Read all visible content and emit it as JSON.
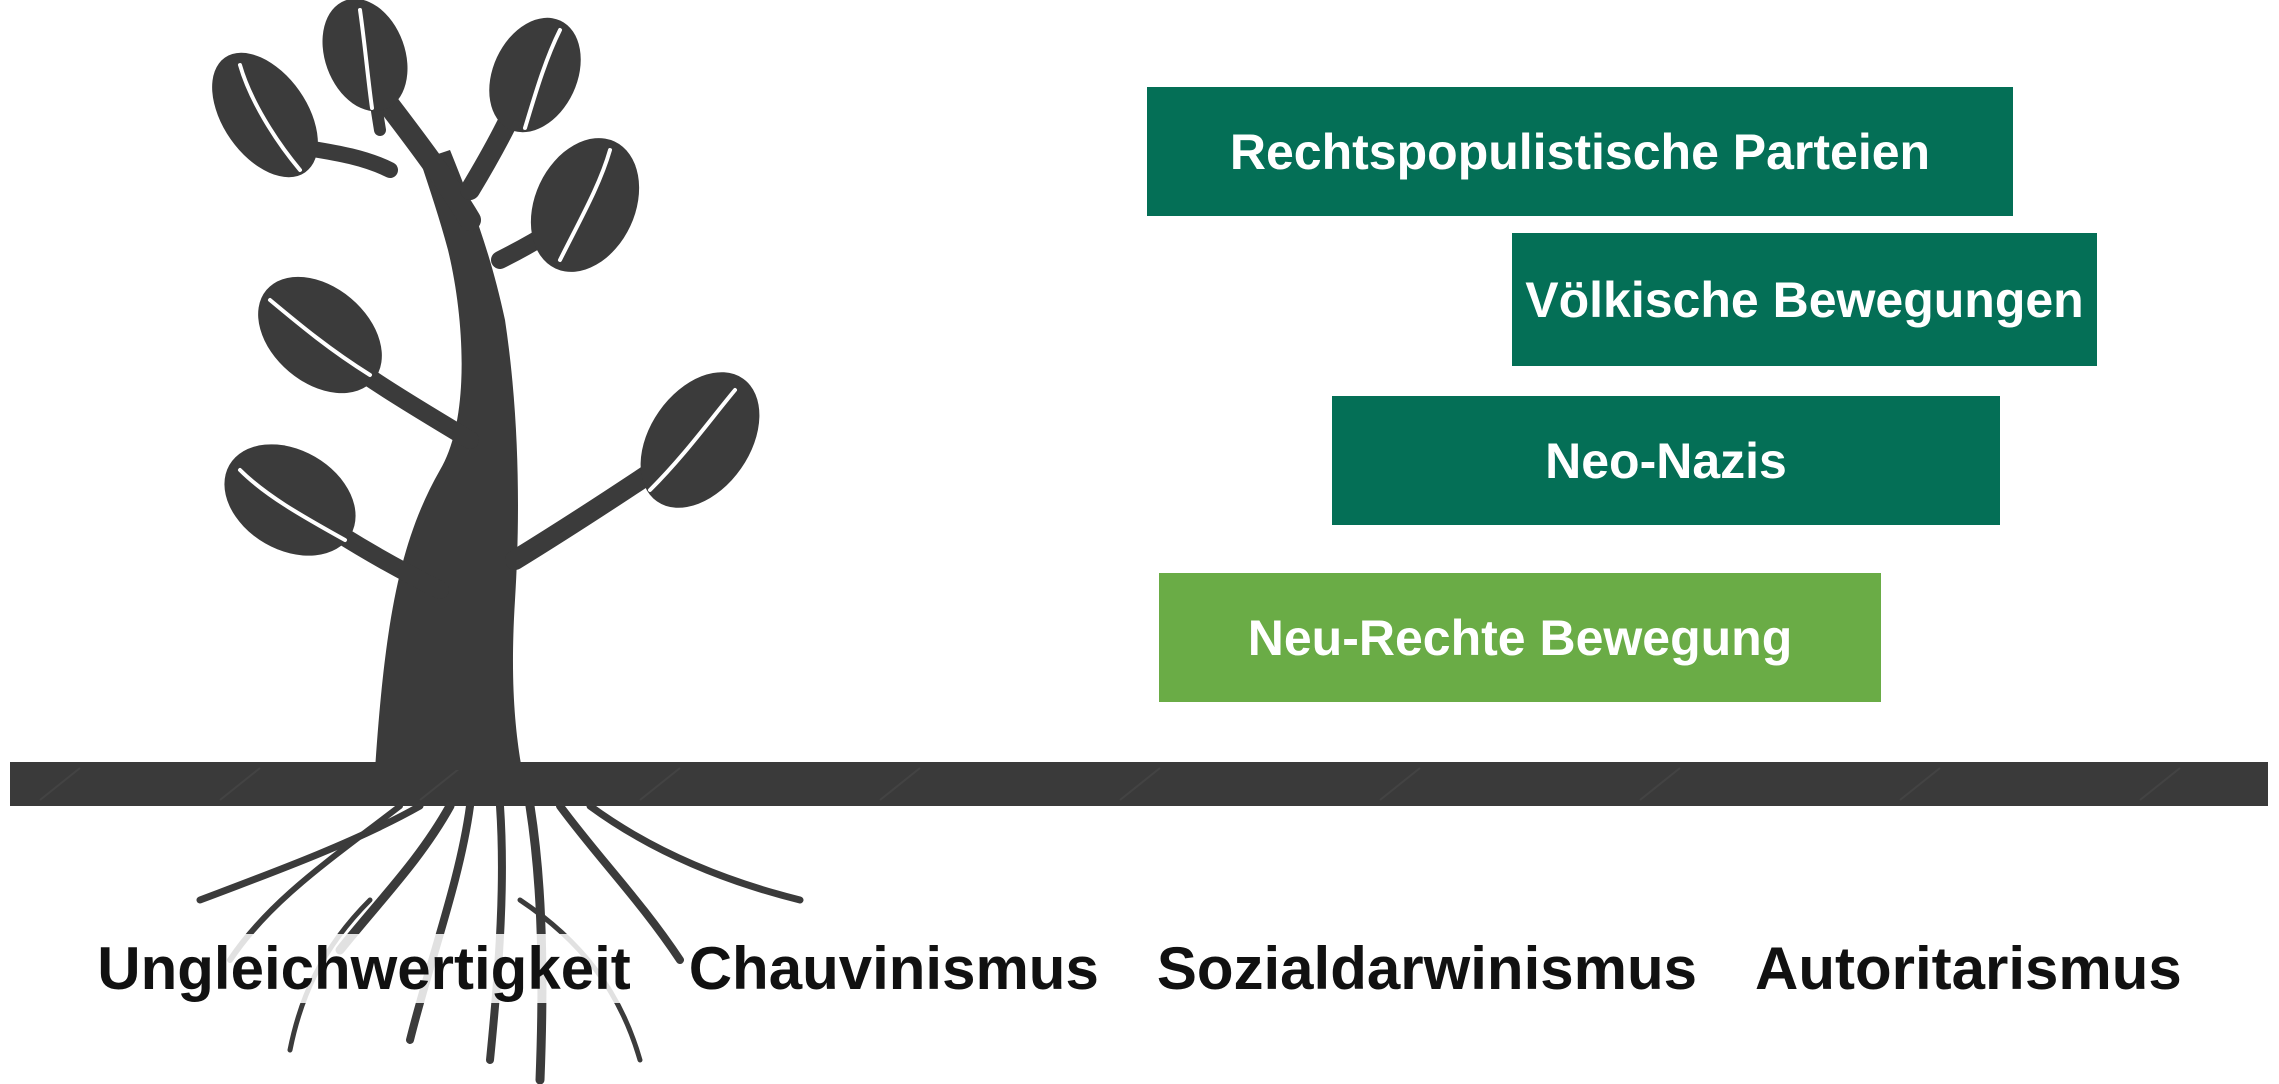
{
  "colors": {
    "dark_green": "#046f56",
    "light_green": "#6aac46",
    "tree": "#3b3b3b",
    "ground": "#3a3a3a",
    "text_dark": "#111111",
    "text_light": "#ffffff"
  },
  "movements": [
    {
      "label": "Rechtspopulistische Parteien",
      "color": "#046f56"
    },
    {
      "label": "Völkische Bewegungen",
      "color": "#046f56"
    },
    {
      "label": "Neo-Nazis",
      "color": "#046f56"
    },
    {
      "label": "Neu-Rechte Bewegung",
      "color": "#6aac46"
    }
  ],
  "roots": [
    {
      "label": "Ungleichwertigkeit"
    },
    {
      "label": "Chauvinismus"
    },
    {
      "label": "Sozialdarwinismus"
    },
    {
      "label": "Autoritarismus"
    }
  ],
  "graphic": {
    "icon": "tree-with-roots-icon"
  }
}
